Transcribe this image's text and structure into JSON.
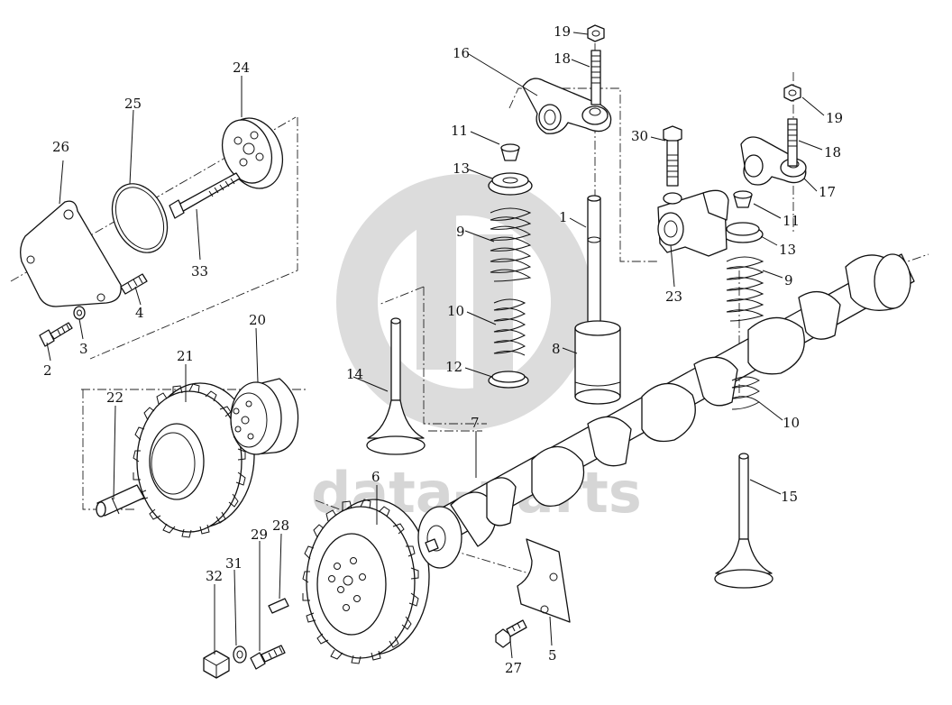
{
  "watermark": {
    "text": "data-parts",
    "color": "#d6d6d6",
    "logo": "dp-logo-circle"
  },
  "callouts": {
    "p1": "1",
    "p2": "2",
    "p3": "3",
    "p4": "4",
    "p5": "5",
    "p6": "6",
    "p7": "7",
    "p8": "8",
    "p9a": "9",
    "p9b": "9",
    "p10a": "10",
    "p10b": "10",
    "p11a": "11",
    "p11b": "11",
    "p12": "12",
    "p13a": "13",
    "p13b": "13",
    "p14": "14",
    "p15": "15",
    "p16": "16",
    "p17": "17",
    "p18a": "18",
    "p18b": "18",
    "p19a": "19",
    "p19b": "19",
    "p20": "20",
    "p21": "21",
    "p22": "22",
    "p23": "23",
    "p24": "24",
    "p25": "25",
    "p26": "26",
    "p27": "27",
    "p28": "28",
    "p29": "29",
    "p30": "30",
    "p31": "31",
    "p32": "32",
    "p33": "33"
  },
  "icons": [
    "bolt-icon",
    "nut-icon",
    "gear-icon",
    "spring-icon",
    "valve-icon",
    "camshaft-icon",
    "rocker-arm-icon"
  ]
}
